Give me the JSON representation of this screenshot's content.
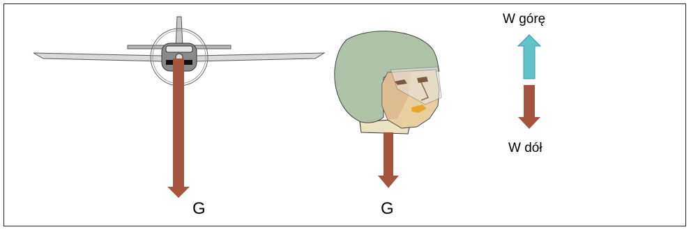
{
  "labels": {
    "plane_force": "G",
    "head_force": "G",
    "up": "W górę",
    "down": "W dół"
  },
  "colors": {
    "gravity_arrow": "#A5543D",
    "up_arrow": "#5EC3CB",
    "down_arrow": "#A5543D",
    "helmet": "#AFC3A8",
    "face": "#E8CFA0",
    "frame": "#222222"
  }
}
